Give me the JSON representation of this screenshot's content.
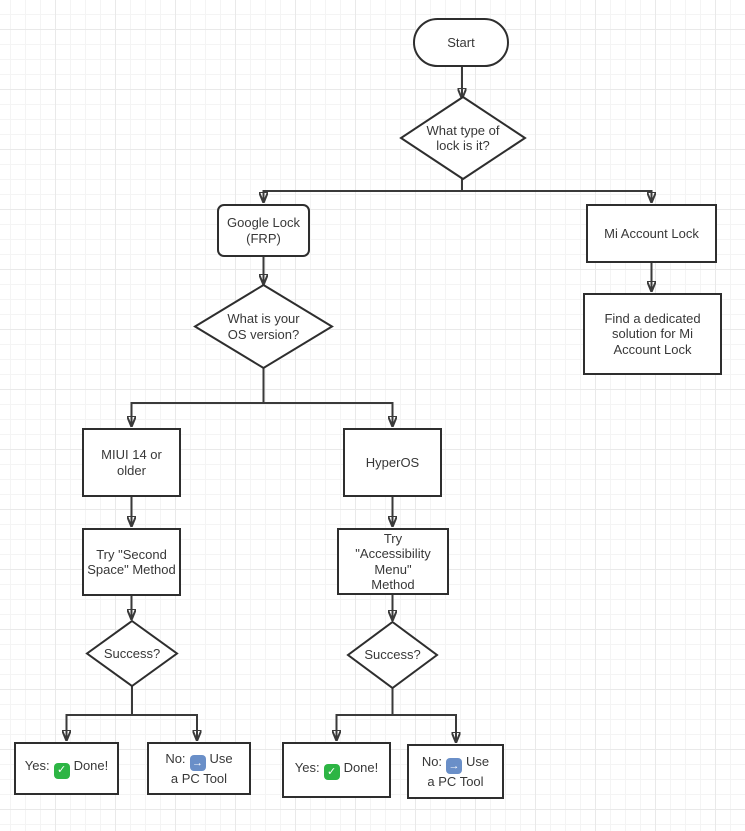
{
  "nodes": {
    "start": {
      "label": "Start"
    },
    "lock_type": {
      "label": "What type of\nlock is it?"
    },
    "google_lock": {
      "label": "Google Lock\n(FRP)"
    },
    "mi_account_lock": {
      "label": "Mi Account Lock"
    },
    "find_solution": {
      "label": "Find a dedicated\nsolution for Mi\nAccount Lock"
    },
    "os_version": {
      "label": "What is your\nOS version?"
    },
    "miui14": {
      "label": "MIUI 14 or\nolder"
    },
    "hyperos": {
      "label": "HyperOS"
    },
    "second_space": {
      "label": "Try \"Second\nSpace\" Method"
    },
    "accessibility_menu": {
      "label": "Try\n\"Accessibility\nMenu\"\nMethod"
    },
    "success_left": {
      "label": "Success?"
    },
    "success_right": {
      "label": "Success?"
    },
    "yes_left": {
      "prefix": "Yes:",
      "suffix": "Done!"
    },
    "no_left": {
      "prefix": "No:",
      "suffix": "Use\na PC Tool"
    },
    "yes_right": {
      "prefix": "Yes:",
      "suffix": "Done!"
    },
    "no_right": {
      "prefix": "No:",
      "suffix": "Use\na PC Tool"
    }
  },
  "icons": {
    "check": {
      "glyph": "✓",
      "color": "#2db544"
    },
    "arrow": {
      "glyph": "→",
      "color": "#6a8fc8"
    }
  },
  "edges": [
    {
      "from": "start",
      "to": "lock_type"
    },
    {
      "from": "lock_type",
      "to": "google_lock"
    },
    {
      "from": "lock_type",
      "to": "mi_account_lock"
    },
    {
      "from": "google_lock",
      "to": "os_version"
    },
    {
      "from": "mi_account_lock",
      "to": "find_solution"
    },
    {
      "from": "os_version",
      "to": "miui14"
    },
    {
      "from": "os_version",
      "to": "hyperos"
    },
    {
      "from": "miui14",
      "to": "second_space"
    },
    {
      "from": "hyperos",
      "to": "accessibility_menu"
    },
    {
      "from": "second_space",
      "to": "success_left"
    },
    {
      "from": "accessibility_menu",
      "to": "success_right"
    },
    {
      "from": "success_left",
      "to": "yes_left"
    },
    {
      "from": "success_left",
      "to": "no_left"
    },
    {
      "from": "success_right",
      "to": "yes_right"
    },
    {
      "from": "success_right",
      "to": "no_right"
    }
  ],
  "colors": {
    "stroke": "#3a3a3a",
    "node_border": "#2e2e2e",
    "node_fill": "#ffffff",
    "text": "#383838",
    "grid_minor": "#f4f4f4",
    "grid_major": "#e9e9e9"
  }
}
